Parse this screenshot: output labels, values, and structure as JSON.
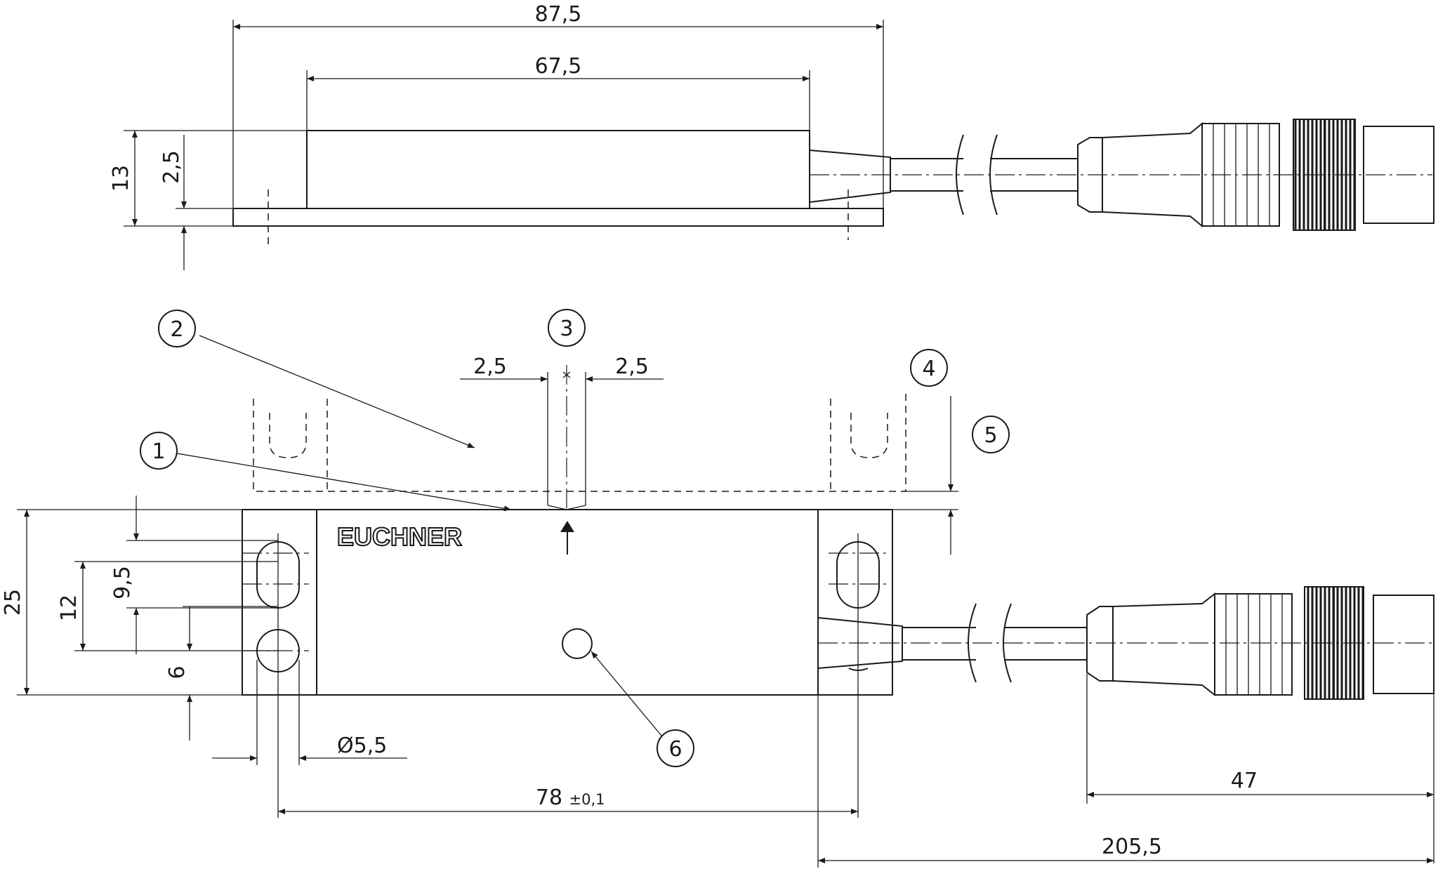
{
  "dimensions": {
    "top_total_length": "87,5",
    "top_body_length": "67,5",
    "top_height": "13",
    "top_flange": "2,5",
    "gap_left": "2,5",
    "gap_right": "2,5",
    "body_height": "25",
    "hole_spacing": "12",
    "slot_offset": "9,5",
    "hole_edge": "6",
    "hole_diameter": "Ø5,5",
    "hole_pitch": "78",
    "hole_pitch_tolerance": "±0,1",
    "connector_length": "47",
    "total_length": "205,5"
  },
  "callouts": [
    "1",
    "2",
    "3",
    "4",
    "5",
    "6"
  ],
  "brand": "EUCHNER",
  "colors": {
    "line": "#1a1a1a",
    "background": "#ffffff"
  }
}
